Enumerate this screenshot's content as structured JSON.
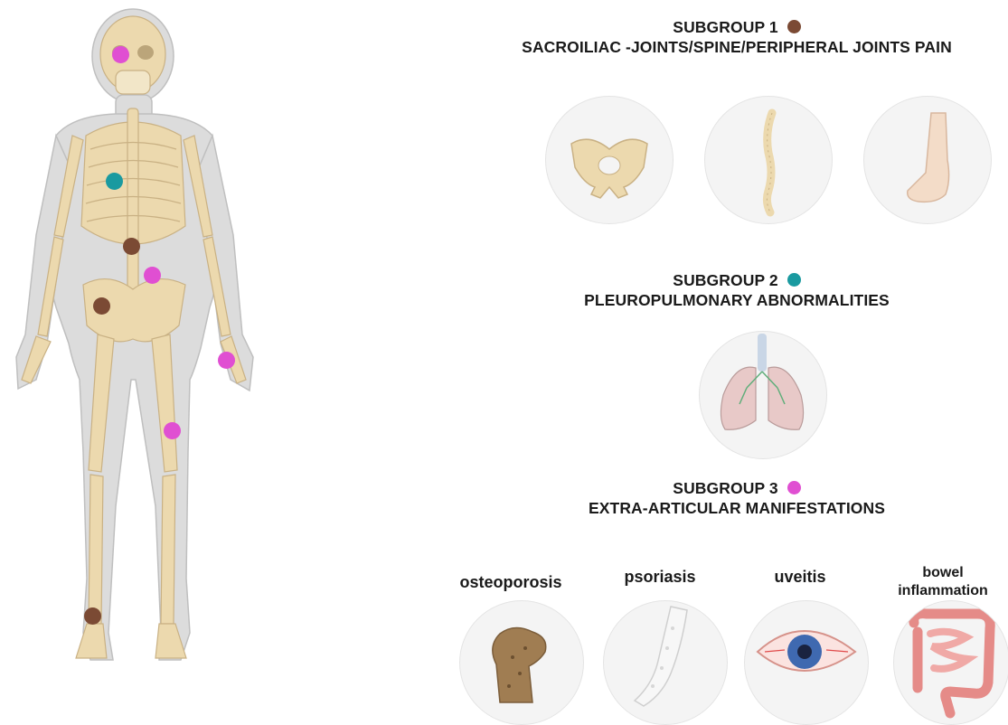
{
  "subgroups": [
    {
      "title": "SUBGROUP 1",
      "subtitle": "SACROILIAC -JOINTS/SPINE/PERIPHERAL JOINTS PAIN",
      "color": "#7b4a34",
      "icons": [
        "pelvis-icon",
        "spine-icon",
        "foot-icon"
      ]
    },
    {
      "title": "SUBGROUP 2",
      "subtitle": "PLEUROPULMONARY ABNORMALITIES",
      "color": "#1a9aa0",
      "icons": [
        "lungs-icon"
      ]
    },
    {
      "title": "SUBGROUP 3",
      "subtitle": "EXTRA-ARTICULAR MANIFESTATIONS",
      "color": "#e04fd2",
      "icons": [
        "bone-icon",
        "arm-skin-icon",
        "eye-icon",
        "intestine-icon"
      ]
    }
  ],
  "manifestations": [
    {
      "label": "osteoporosis",
      "icon": "bone-icon"
    },
    {
      "label": "psoriasis",
      "icon": "arm-skin-icon"
    },
    {
      "label": "uveitis",
      "icon": "eye-icon"
    },
    {
      "label": "bowel\ninflammation",
      "icon": "intestine-icon"
    }
  ],
  "body_markers": [
    {
      "site": "eye",
      "subgroup": 3
    },
    {
      "site": "lung",
      "subgroup": 2
    },
    {
      "site": "spine",
      "subgroup": 1
    },
    {
      "site": "abdomen",
      "subgroup": 3
    },
    {
      "site": "sacroiliac-joint",
      "subgroup": 1
    },
    {
      "site": "hand",
      "subgroup": 3
    },
    {
      "site": "femur",
      "subgroup": 3
    },
    {
      "site": "ankle",
      "subgroup": 1
    }
  ]
}
